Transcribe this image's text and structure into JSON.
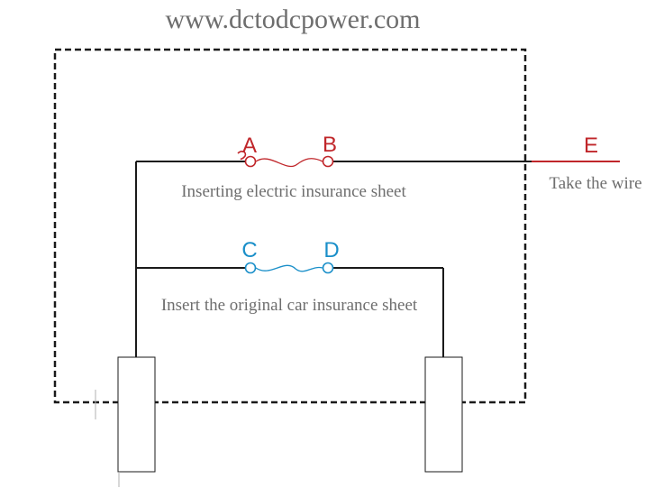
{
  "watermark": "www.dctodcpower.com",
  "points": {
    "A": {
      "label": "A",
      "color": "#c0262a"
    },
    "B": {
      "label": "B",
      "color": "#c0262a"
    },
    "C": {
      "label": "C",
      "color": "#1a8fc9"
    },
    "D": {
      "label": "D",
      "color": "#1a8fc9"
    },
    "E": {
      "label": "E",
      "color": "#c0262a"
    }
  },
  "captions": {
    "top_fuse": "Inserting electric insurance sheet",
    "bottom_fuse": "Insert the original car insurance sheet",
    "take_wire": "Take the wire"
  },
  "colors": {
    "line": "#1a1a1a",
    "frame": "#1a1a1a",
    "electric_fuse": "#c0262a",
    "original_fuse": "#1a8fc9",
    "text": "#6e6e6e"
  }
}
